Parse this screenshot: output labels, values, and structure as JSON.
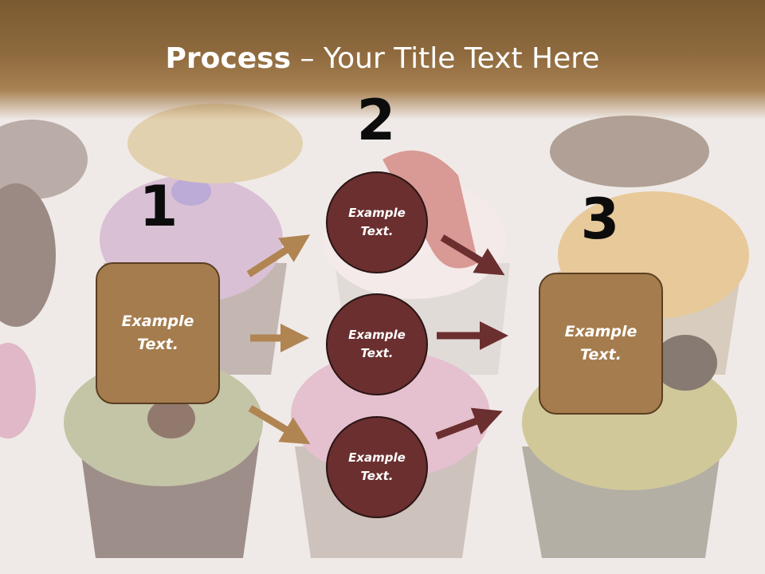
{
  "title": {
    "bold": "Process",
    "rest": " – Your Title Text Here"
  },
  "numbers": [
    "1",
    "2",
    "3"
  ],
  "left_box": {
    "line1": "Example",
    "line2": "Text."
  },
  "circles": [
    {
      "line1": "Example",
      "line2": "Text."
    },
    {
      "line1": "Example",
      "line2": "Text."
    },
    {
      "line1": "Example",
      "line2": "Text."
    }
  ],
  "right_box": {
    "line1": "Example",
    "line2": "Text."
  },
  "colors": {
    "title_band": "#8e6a3e",
    "box_fill": "#a57c4d",
    "circle_fill": "#6b2f2f",
    "arrow_tan": "#b08552",
    "arrow_dark": "#6b2f2f"
  }
}
